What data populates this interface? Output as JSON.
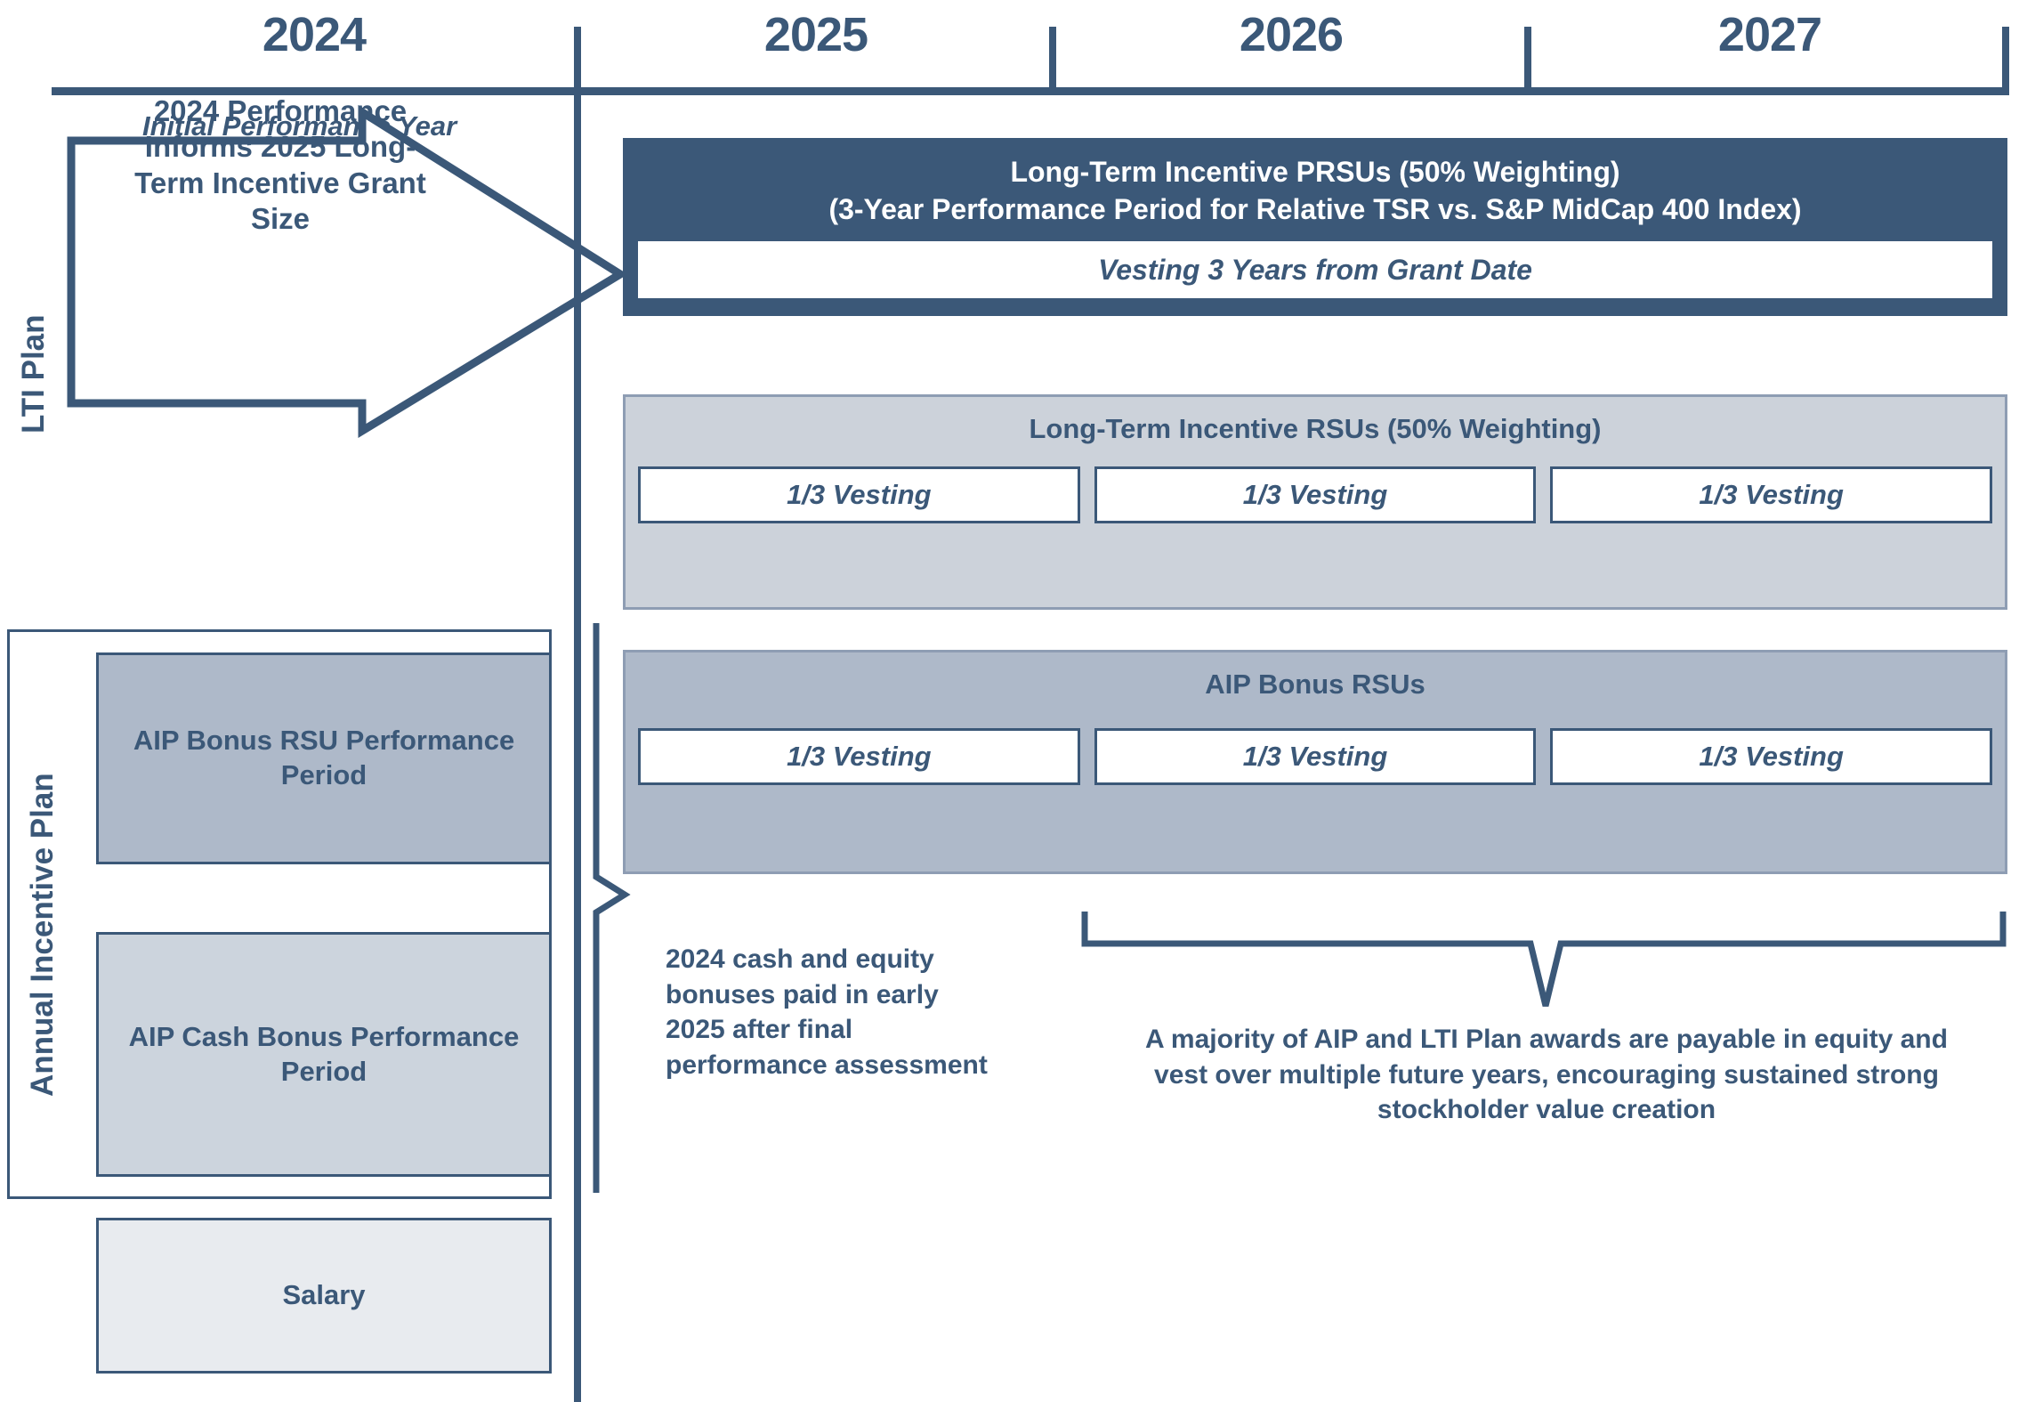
{
  "timeline": {
    "years": [
      "2024",
      "2025",
      "2026",
      "2027"
    ],
    "initial_label": "Initial Performance Year"
  },
  "rails": {
    "lti": "LTI Plan",
    "aip": "Annual Incentive Plan"
  },
  "arrow": {
    "text": "2024 Performance Informs 2025 Long-Term Incentive Grant Size"
  },
  "prsu": {
    "title_line1": "Long-Term Incentive PRSUs (50% Weighting)",
    "title_line2": "(3-Year Performance Period for Relative TSR vs. S&P MidCap 400 Index)",
    "vesting": "Vesting 3 Years from Grant Date"
  },
  "lti_rsu": {
    "title": "Long-Term Incentive RSUs (50% Weighting)",
    "vests": [
      "1/3 Vesting",
      "1/3 Vesting",
      "1/3 Vesting"
    ]
  },
  "aip_rsu": {
    "title": "AIP Bonus RSUs",
    "vests": [
      "1/3 Vesting",
      "1/3 Vesting",
      "1/3 Vesting"
    ]
  },
  "left_boxes": {
    "aip_bonus_rsu": "AIP Bonus RSU Performance Period",
    "aip_cash_bonus": "AIP Cash Bonus Performance Period",
    "salary": "Salary"
  },
  "notes": {
    "payout": "2024 cash and equity bonuses paid in early 2025 after final performance assessment",
    "majority": "A majority of AIP and LTI Plan awards are payable in equity and vest over multiple future years, encouraging sustained strong stockholder value creation"
  },
  "colors": {
    "ink": "#3b5878",
    "prsu_fill": "#3b5878",
    "lti_rsu_fill": "#ccd2da",
    "aip_rsu_fill": "#aeb9c9",
    "aip_box_fill": "#aeb9c9",
    "cash_box_fill": "#ccd4dd",
    "salary_fill": "#e8ebef"
  }
}
